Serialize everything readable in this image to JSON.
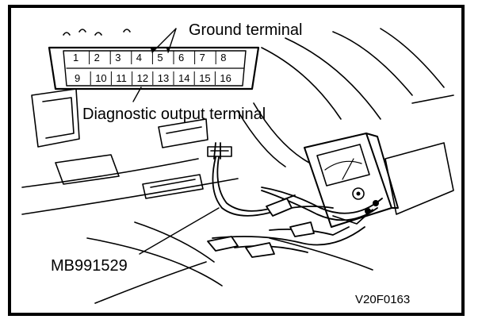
{
  "labels": {
    "ground_terminal": "Ground terminal",
    "diagnostic_output_terminal": "Diagnostic output terminal",
    "tool_part_number": "MB991529",
    "figure_code": "V20F0163"
  },
  "connector": {
    "top_row": [
      "1",
      "2",
      "3",
      "4",
      "5",
      "6",
      "7",
      "8"
    ],
    "bottom_row": [
      "9",
      "10",
      "11",
      "12",
      "13",
      "14",
      "15",
      "16"
    ]
  }
}
